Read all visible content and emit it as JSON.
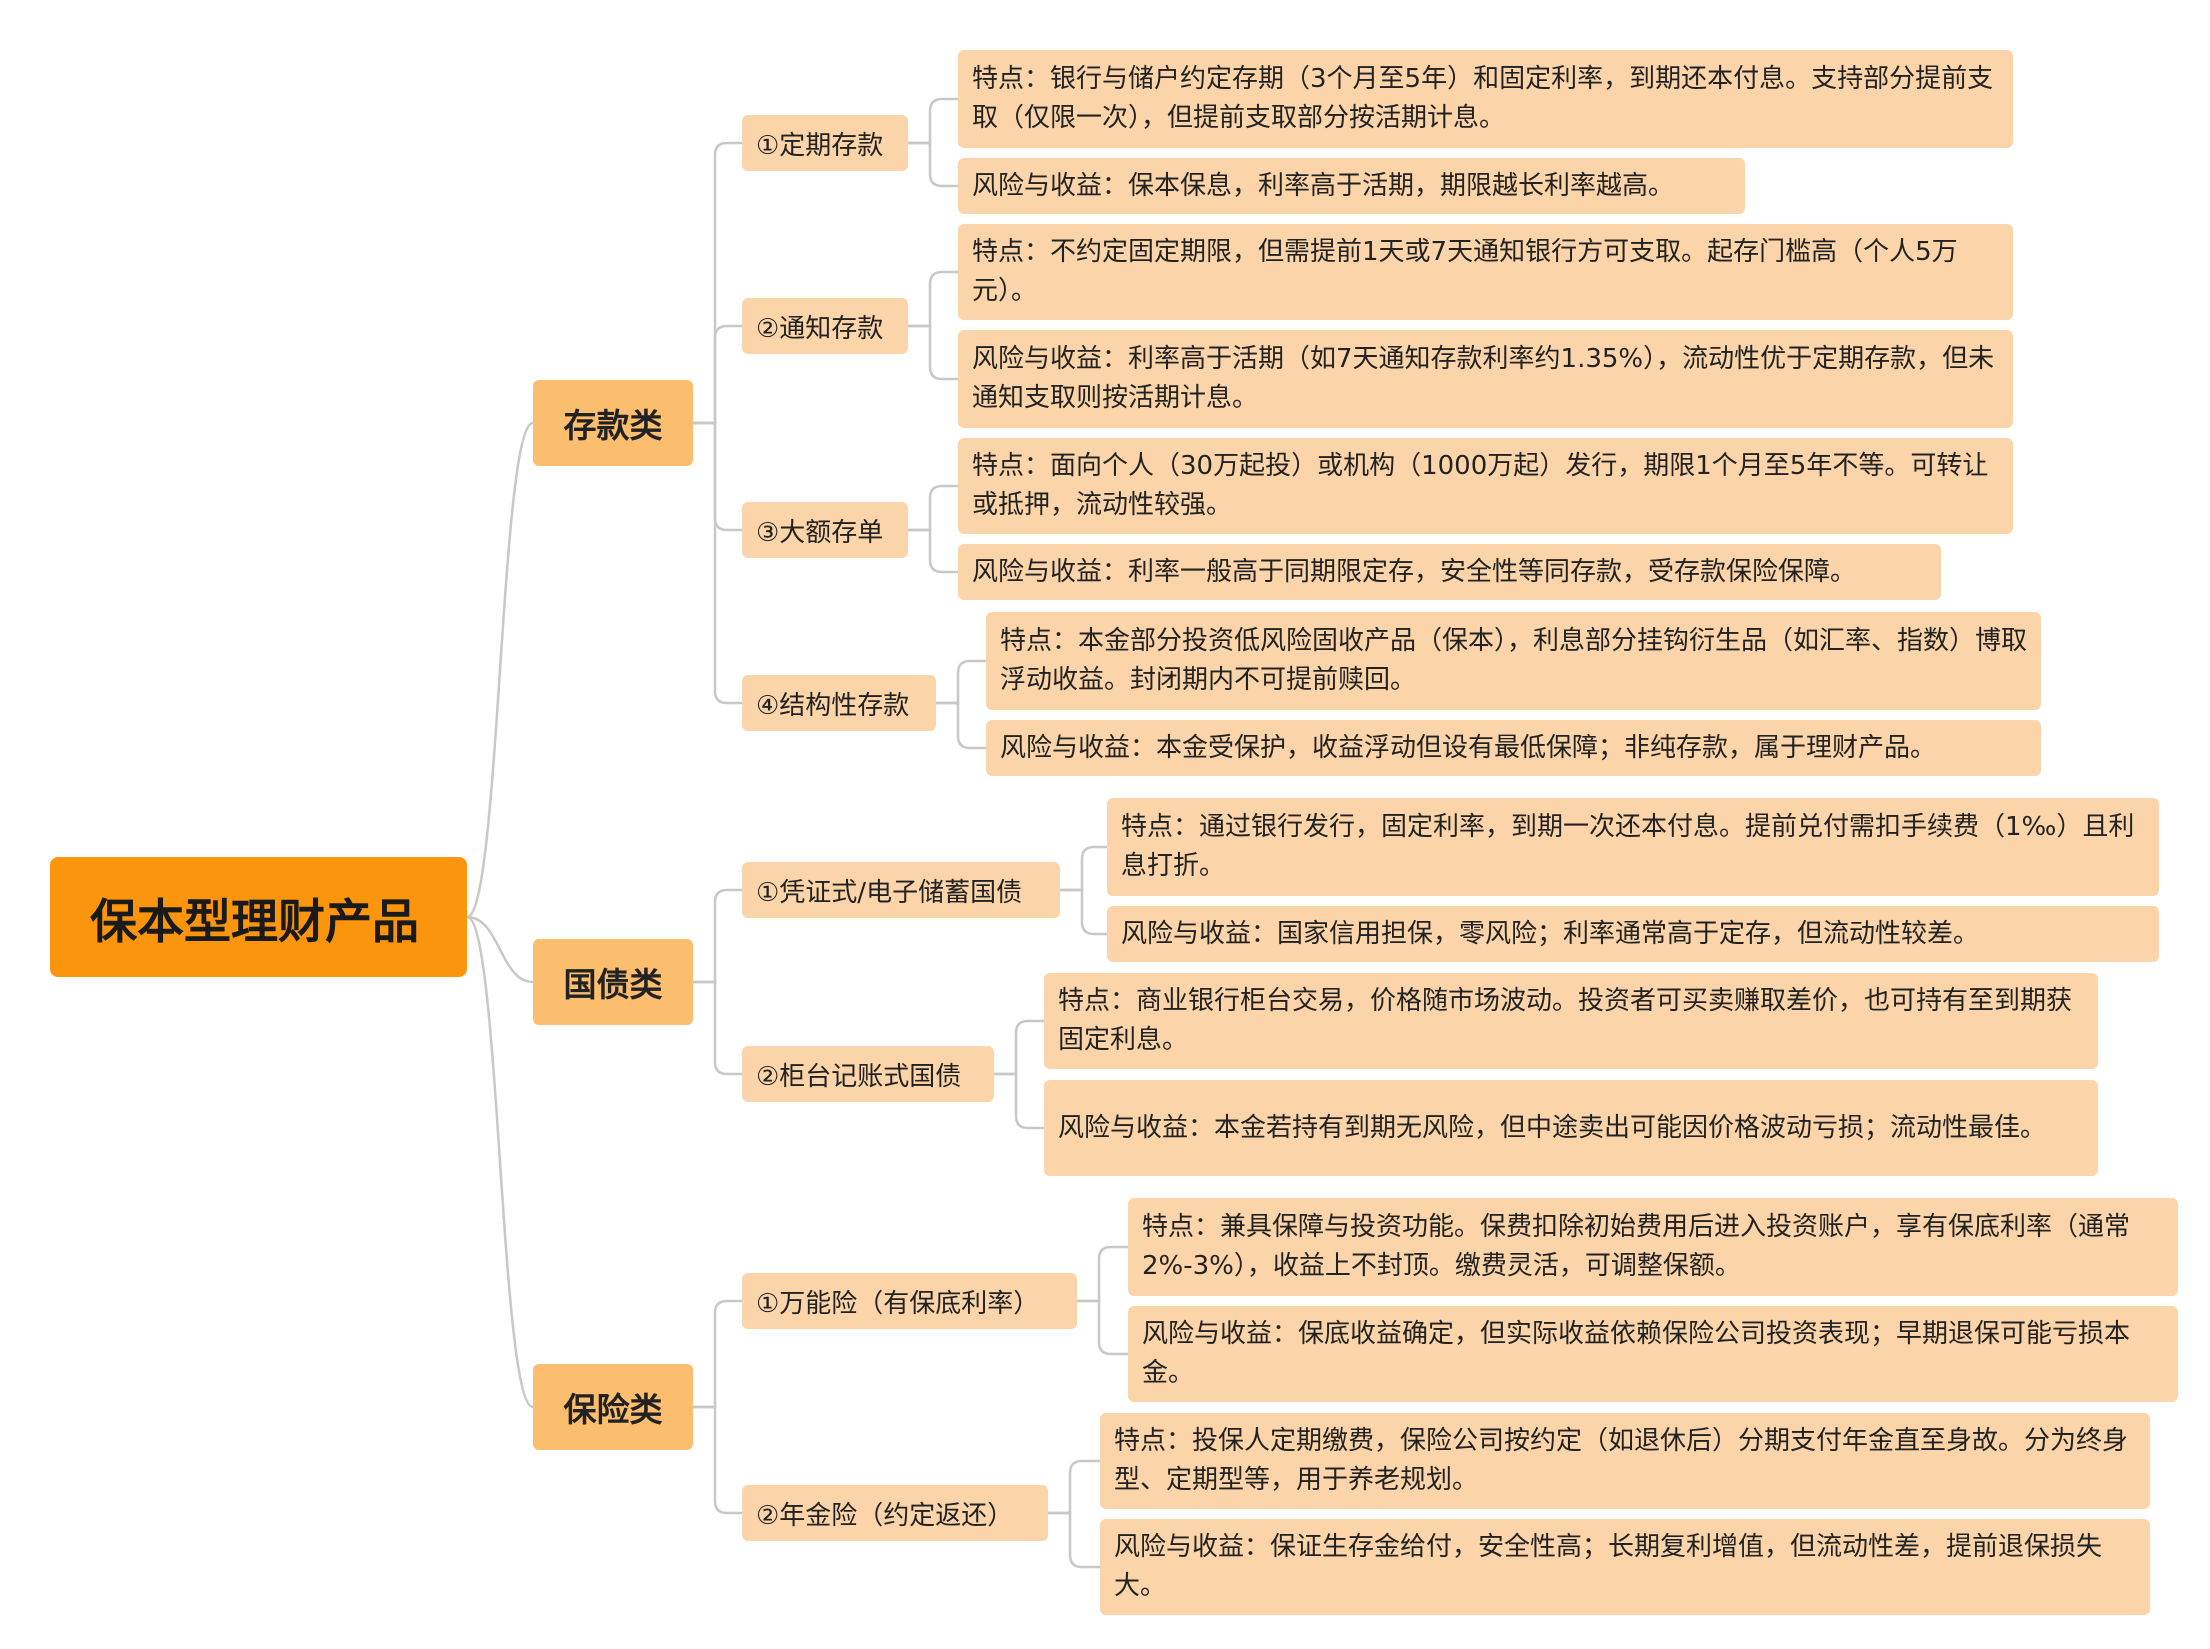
{
  "root": "保本型理财产品",
  "categories": [
    {
      "label": "存款类",
      "subs": [
        {
          "label": "①定期存款",
          "leaves": [
            "特点：银行与储户约定存期（3个月至5年）和固定利率，到期还本付息。支持部分提前支取（仅限一次），但提前支取部分按活期计息。",
            "风险与收益：保本保息，利率高于活期，期限越长利率越高。"
          ]
        },
        {
          "label": "②通知存款",
          "leaves": [
            "特点：不约定固定期限，但需提前1天或7天通知银行方可支取。起存门槛高（个人5万元）。",
            "风险与收益：利率高于活期（如7天通知存款利率约1.35%），流动性优于定期存款，但未通知支取则按活期计息。"
          ]
        },
        {
          "label": "③大额存单",
          "leaves": [
            "特点：面向个人（30万起投）或机构（1000万起）发行，期限1个月至5年不等。可转让或抵押，流动性较强。",
            "风险与收益：利率一般高于同期限定存，安全性等同存款，受存款保险保障。"
          ]
        },
        {
          "label": "④结构性存款",
          "leaves": [
            "特点：本金部分投资低风险固收产品（保本），利息部分挂钩衍生品（如汇率、指数）博取浮动收益。封闭期内不可提前赎回。",
            "风险与收益：本金受保护，收益浮动但设有最低保障；非纯存款，属于理财产品。"
          ]
        }
      ]
    },
    {
      "label": "国债类",
      "subs": [
        {
          "label": "①凭证式/电子储蓄国债",
          "leaves": [
            "特点：通过银行发行，固定利率，到期一次还本付息。提前兑付需扣手续费（1‰）且利息打折。",
            "风险与收益：国家信用担保，零风险；利率通常高于定存，但流动性较差。"
          ]
        },
        {
          "label": "②柜台记账式国债",
          "leaves": [
            "特点：商业银行柜台交易，价格随市场波动。投资者可买卖赚取差价，也可持有至到期获固定利息。",
            "风险与收益：本金若持有到期无风险，但中途卖出可能因价格波动亏损；流动性最佳。"
          ]
        }
      ]
    },
    {
      "label": "保险类",
      "subs": [
        {
          "label": "①万能险（有保底利率）",
          "leaves": [
            "特点：兼具保障与投资功能。保费扣除初始费用后进入投资账户，享有保底利率（通常2%-3%），收益上不封顶。缴费灵活，可调整保额。",
            "风险与收益：保底收益确定，但实际收益依赖保险公司投资表现；早期退保可能亏损本金。"
          ]
        },
        {
          "label": "②年金险（约定返还）",
          "leaves": [
            "特点：投保人定期缴费，保险公司按约定（如退休后）分期支付年金直至身故。分为终身型、定期型等，用于养老规划。",
            "风险与收益：保证生存金给付，安全性高；长期复利增值，但流动性差，提前退保损失大。"
          ]
        }
      ]
    }
  ]
}
